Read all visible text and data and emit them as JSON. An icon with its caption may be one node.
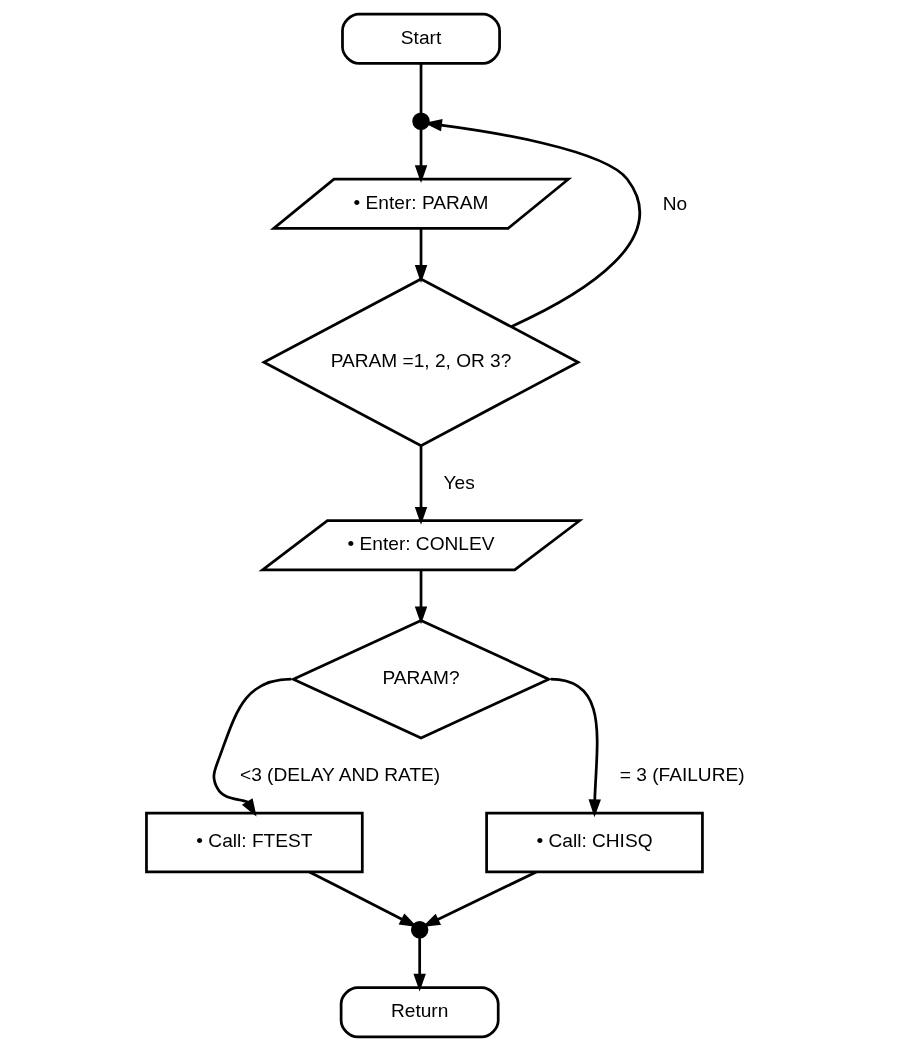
{
  "diagram": {
    "nodes": [
      {
        "text": [
          "Start"
        ]
      },
      {
        "text": [],
        "shape": "circle"
      },
      {
        "text": [
          "• Enter: PARAM"
        ]
      },
      {
        "text": [
          "PARAM =1, 2, OR 3?"
        ]
      },
      {
        "text": [
          "• Enter: CONLEV"
        ]
      },
      {
        "text": [
          "PARAM?"
        ]
      },
      {
        "text": [
          "• Call: FTEST"
        ]
      },
      {
        "text": [
          "• Call: CHISQ"
        ]
      },
      {
        "text": [],
        "shape": "circle"
      },
      {
        "text": [
          "Return"
        ]
      }
    ],
    "edges": [
      {
        "from": 0,
        "to": 1,
        "arrow": "none"
      },
      {
        "from": 3,
        "to": 1,
        "arrow": "to",
        "label": "No"
      },
      {
        "from": 1,
        "to": 2,
        "arrow": "to"
      },
      {
        "from": 2,
        "to": 3,
        "arrow": "to"
      },
      {
        "from": 3,
        "to": 4,
        "arrow": "to",
        "label": "Yes"
      },
      {
        "from": 4,
        "to": 5,
        "arrow": "to"
      },
      {
        "from": 5,
        "to": 6,
        "arrow": "to",
        "label": "<3 (DELAY AND RATE)"
      },
      {
        "from": 5,
        "to": 7,
        "arrow": "to",
        "label": "= 3 (FAILURE)"
      },
      {
        "from": 6,
        "to": 8,
        "arrow": "to"
      },
      {
        "from": 7,
        "to": 8,
        "arrow": "to"
      },
      {
        "from": 8,
        "to": 9,
        "arrow": "to"
      }
    ]
  }
}
